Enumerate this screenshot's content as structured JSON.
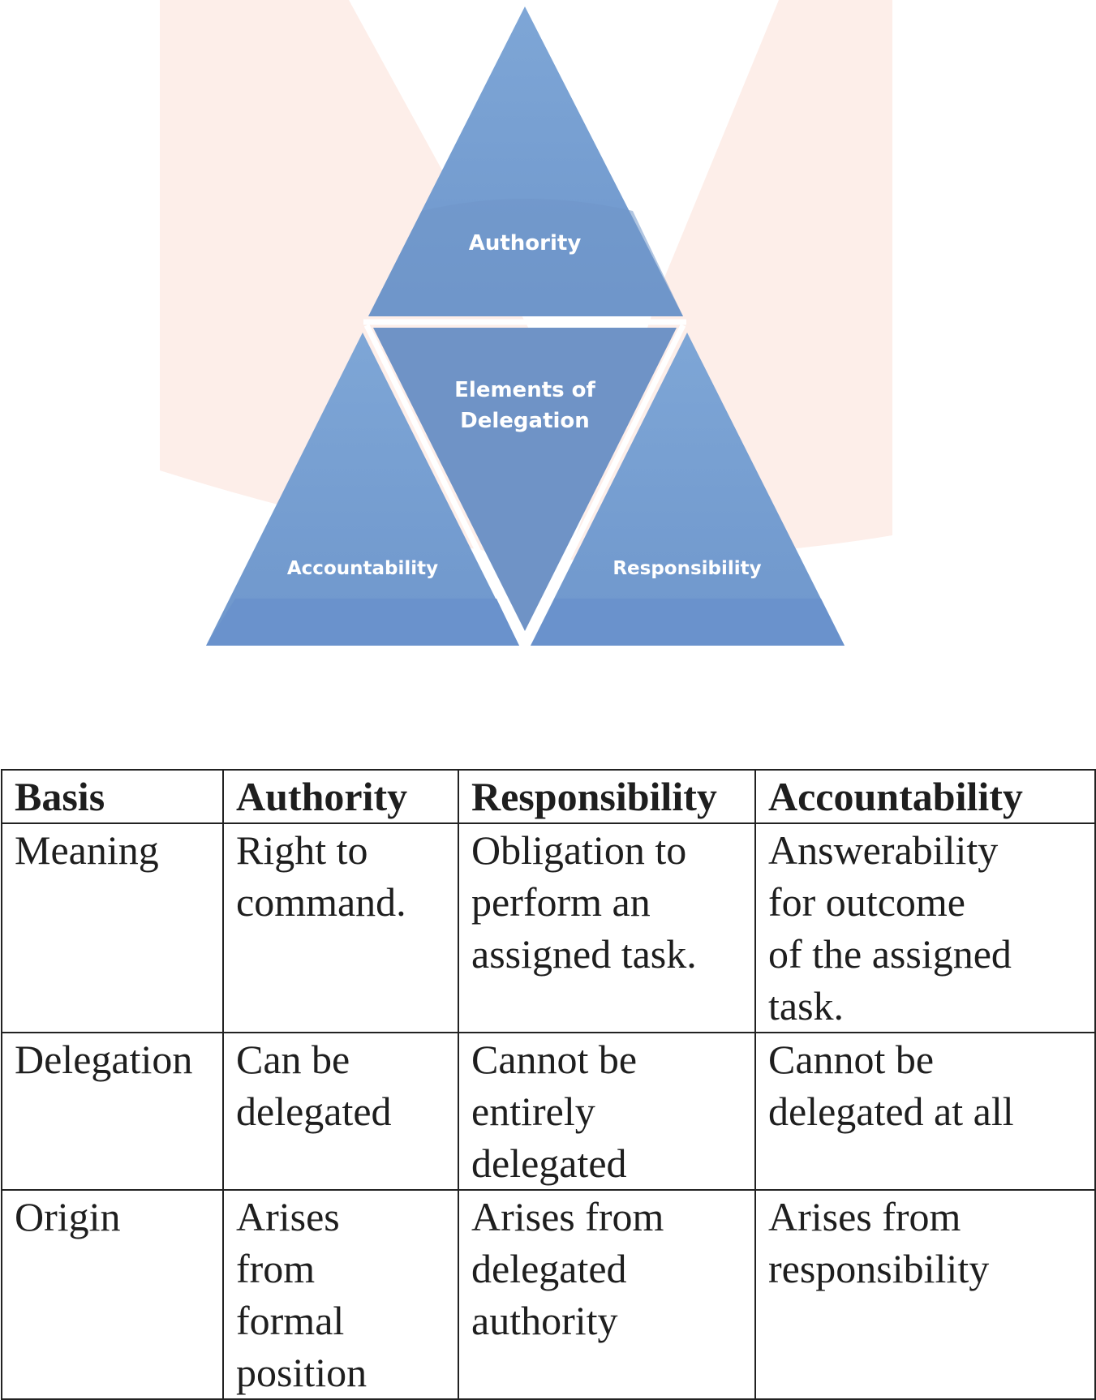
{
  "diagram": {
    "top_label": "Authority",
    "center_label_lines": [
      "Elements of",
      "Delegation"
    ],
    "left_label": "Accountability",
    "right_label": "Responsibility",
    "colors": {
      "triangle_fill": "#7aa0cf",
      "triangle_dark": "#6a8fc4",
      "triangle_base": "#6a92cc",
      "divider": "#ffffff",
      "watermark": "#fbe6e0"
    }
  },
  "table": {
    "headers": [
      "Basis",
      "Authority",
      "Responsibility",
      "Accountability"
    ],
    "rows": [
      {
        "basis": [
          "Meaning"
        ],
        "authority": [
          "Right to",
          "command."
        ],
        "responsibility": [
          "Obligation to",
          "perform an",
          "assigned task."
        ],
        "accountability": [
          "Answerability",
          "for outcome",
          "of the assigned",
          "task."
        ]
      },
      {
        "basis": [
          "Delegation"
        ],
        "authority": [
          "Can be",
          "delegated"
        ],
        "responsibility": [
          "Cannot be",
          "entirely",
          "delegated"
        ],
        "accountability": [
          "Cannot be",
          "delegated at all"
        ]
      },
      {
        "basis": [
          "Origin"
        ],
        "authority": [
          "Arises",
          "from",
          "formal",
          "position"
        ],
        "responsibility": [
          "Arises from",
          "delegated",
          "authority"
        ],
        "accountability": [
          "Arises from",
          "responsibility"
        ]
      }
    ]
  }
}
